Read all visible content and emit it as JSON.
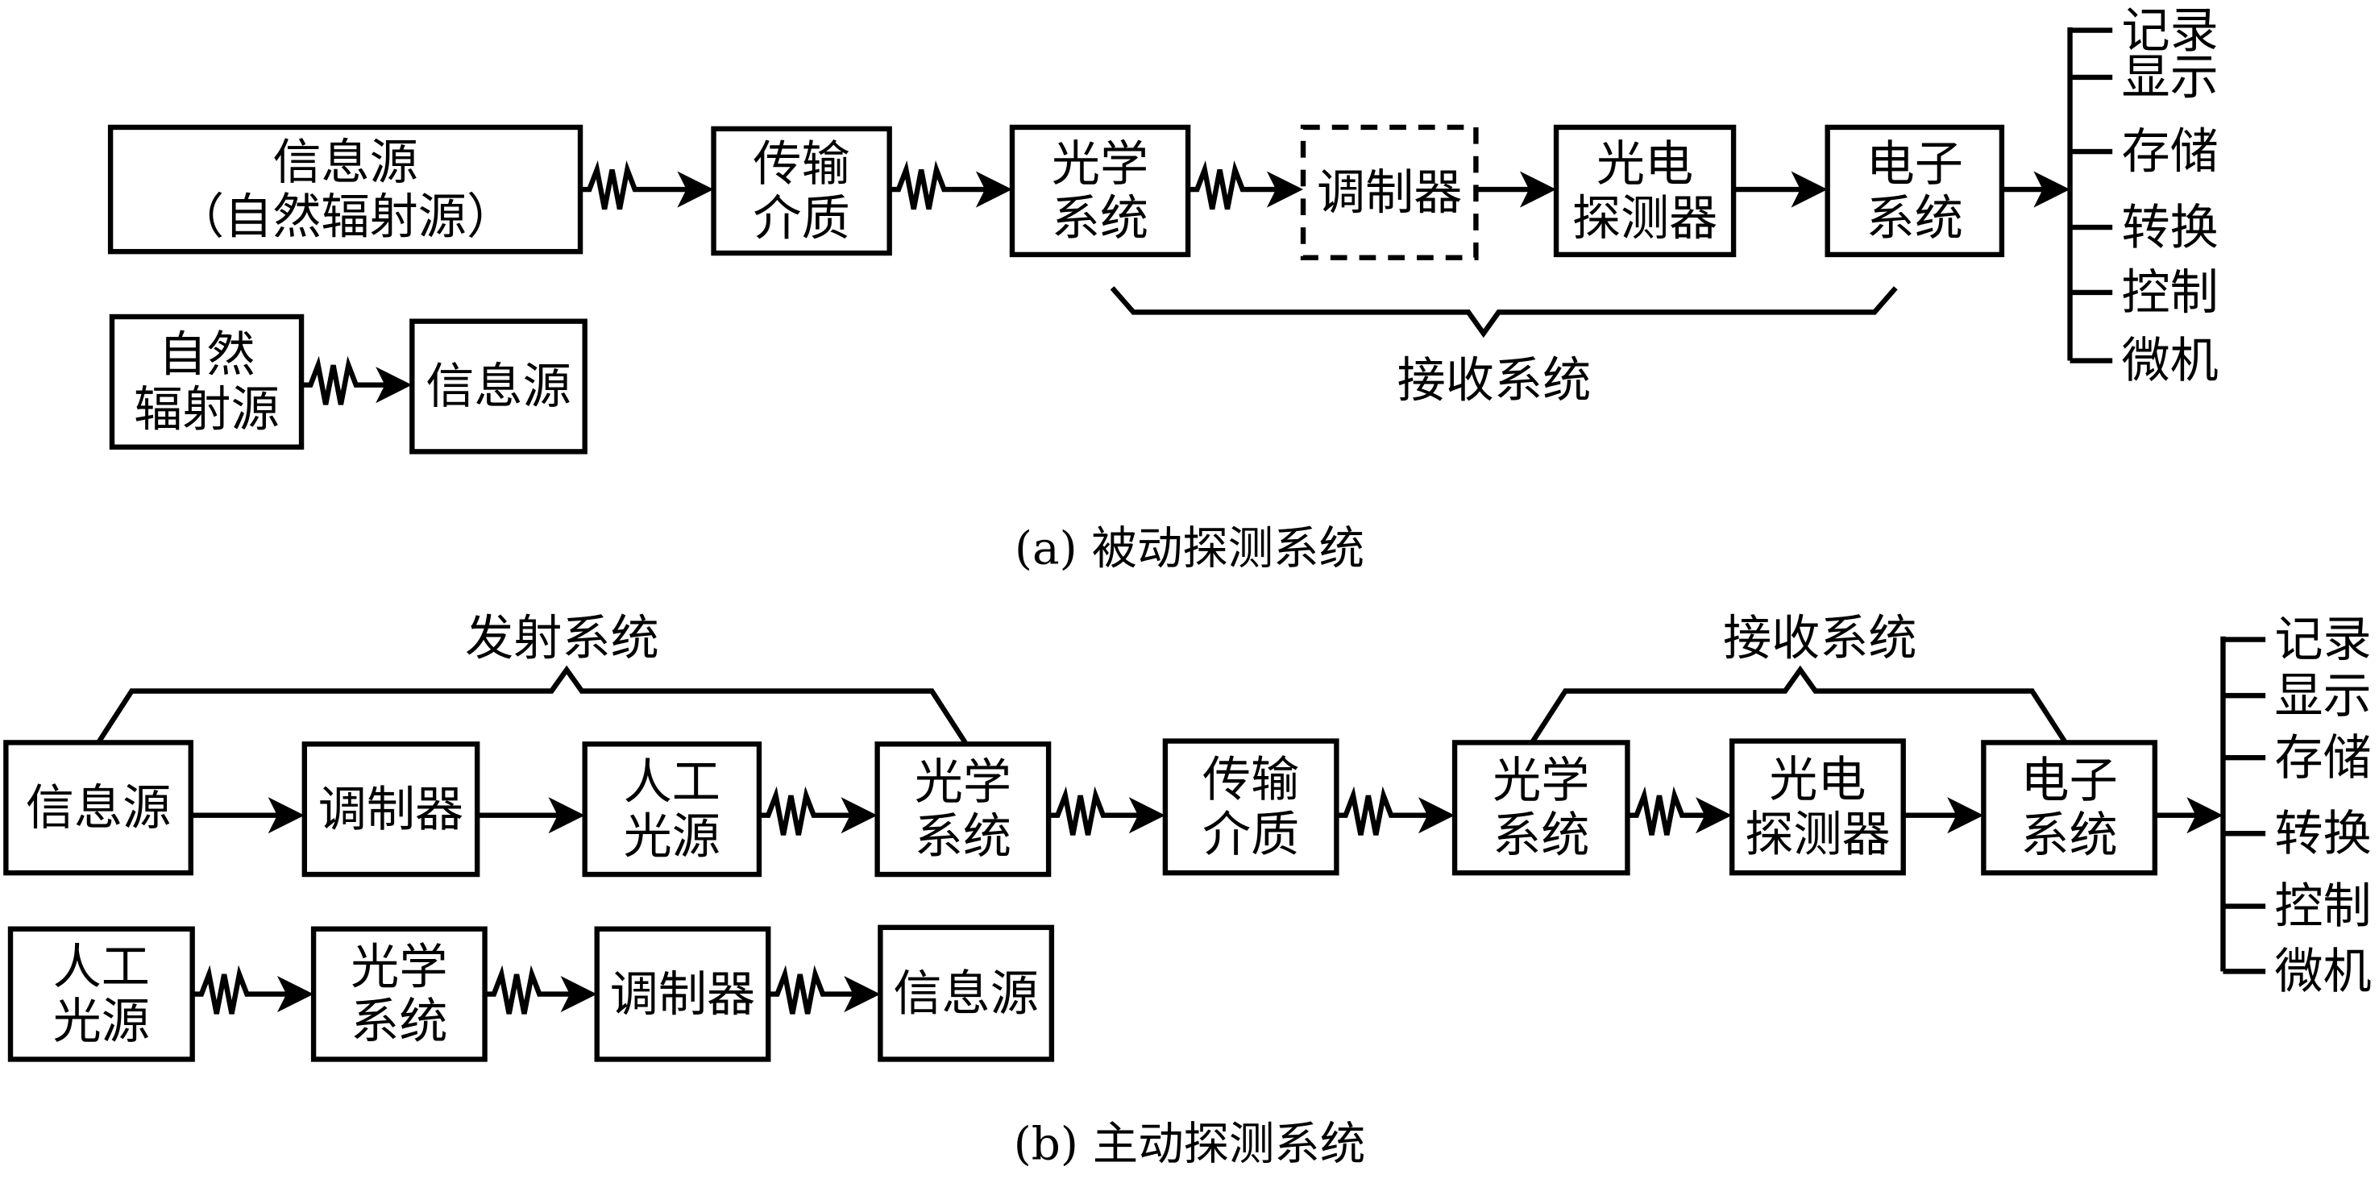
{
  "passive": {
    "caption": "(a) 被动探测系统",
    "main_chain": [
      {
        "id": "p_src",
        "lines": [
          "信息源",
          "（自然辐射源）"
        ],
        "style": "solid"
      },
      {
        "id": "p_medium",
        "lines": [
          "传输",
          "介质"
        ],
        "style": "solid"
      },
      {
        "id": "p_optics",
        "lines": [
          "光学",
          "系统"
        ],
        "style": "solid"
      },
      {
        "id": "p_mod",
        "lines": [
          "调制器"
        ],
        "style": "dashed"
      },
      {
        "id": "p_det",
        "lines": [
          "光电",
          "探测器"
        ],
        "style": "solid"
      },
      {
        "id": "p_elec",
        "lines": [
          "电子",
          "系统"
        ],
        "style": "solid"
      }
    ],
    "connectors": [
      "radiation",
      "radiation",
      "radiation",
      "signal",
      "signal",
      "signal"
    ],
    "sub_chain": [
      {
        "id": "p_nat",
        "lines": [
          "自然",
          "辐射源"
        ]
      },
      {
        "id": "p_info",
        "lines": [
          "信息源"
        ]
      }
    ],
    "sub_connectors": [
      "radiation"
    ],
    "brace_label": "接收系统",
    "outputs": [
      "记录",
      "显示",
      "存储",
      "转换",
      "控制",
      "微机"
    ]
  },
  "active": {
    "caption": "(b) 主动探测系统",
    "main_chain": [
      {
        "id": "a_src",
        "lines": [
          "信息源"
        ]
      },
      {
        "id": "a_mod",
        "lines": [
          "调制器"
        ]
      },
      {
        "id": "a_light",
        "lines": [
          "人工",
          "光源"
        ]
      },
      {
        "id": "a_optics_tx",
        "lines": [
          "光学",
          "系统"
        ]
      },
      {
        "id": "a_medium",
        "lines": [
          "传输",
          "介质"
        ]
      },
      {
        "id": "a_optics_rx",
        "lines": [
          "光学",
          "系统"
        ]
      },
      {
        "id": "a_det",
        "lines": [
          "光电",
          "探测器"
        ]
      },
      {
        "id": "a_elec",
        "lines": [
          "电子",
          "系统"
        ]
      }
    ],
    "connectors": [
      "signal",
      "signal",
      "radiation",
      "radiation",
      "radiation",
      "radiation",
      "signal",
      "signal"
    ],
    "sub_chain": [
      {
        "id": "a_sub_light",
        "lines": [
          "人工",
          "光源"
        ]
      },
      {
        "id": "a_sub_optics",
        "lines": [
          "光学",
          "系统"
        ]
      },
      {
        "id": "a_sub_mod",
        "lines": [
          "调制器"
        ]
      },
      {
        "id": "a_sub_info",
        "lines": [
          "信息源"
        ]
      }
    ],
    "sub_connectors": [
      "radiation",
      "radiation",
      "radiation"
    ],
    "tx_brace_label": "发射系统",
    "rx_brace_label": "接收系统",
    "outputs": [
      "记录",
      "显示",
      "存储",
      "转换",
      "控制",
      "微机"
    ]
  }
}
